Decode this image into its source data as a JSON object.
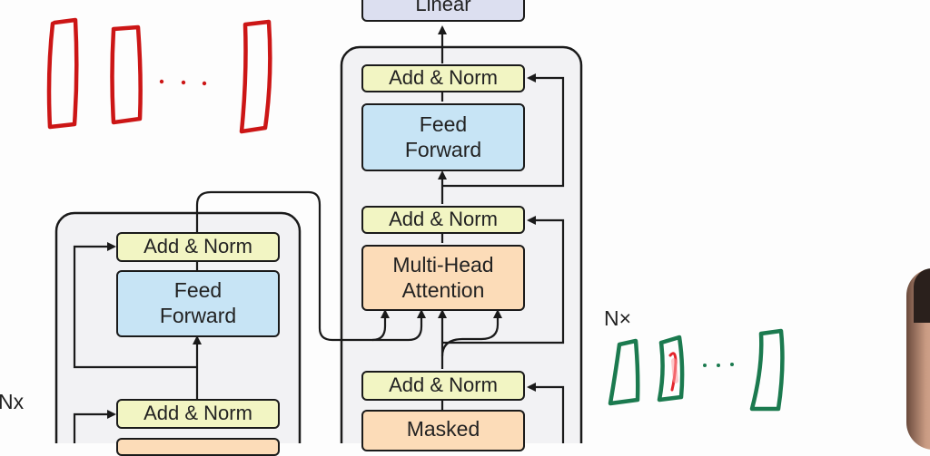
{
  "decoder": {
    "linear_label": "Linear",
    "top_add_norm_label": "Add & Norm",
    "feed_forward_label": "Feed\nForward",
    "mid_add_norm_label": "Add & Norm",
    "mha_label": "Multi-Head\nAttention",
    "low_add_norm_label": "Add & Norm",
    "masked_label": "Masked",
    "nx_label": "N×"
  },
  "encoder": {
    "top_add_norm_label": "Add & Norm",
    "feed_forward_label": "Feed\nForward",
    "low_add_norm_label": "Add & Norm",
    "nx_label": "Nx"
  },
  "colors": {
    "red_ink": "#cc1616",
    "green_ink": "#1b7a4f",
    "orange_ink": "#f07a10"
  }
}
